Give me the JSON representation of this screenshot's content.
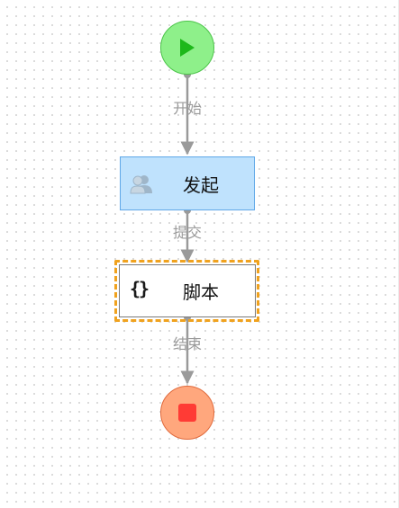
{
  "flow": {
    "nodes": {
      "start": {
        "icon": "play-icon",
        "fill": "#8ef08a"
      },
      "initiate": {
        "label": "发起",
        "icon": "users-icon",
        "fill": "#bfe2fd",
        "selected": false
      },
      "script": {
        "label": "脚本",
        "icon": "code-braces-icon",
        "fill": "#ffffff",
        "selected": true
      },
      "end": {
        "icon": "stop-icon",
        "fill": "#ffa77d"
      }
    },
    "edges": [
      {
        "from": "start",
        "to": "initiate",
        "label": "开始"
      },
      {
        "from": "initiate",
        "to": "script",
        "label": "提交"
      },
      {
        "from": "script",
        "to": "end",
        "label": "结束"
      }
    ]
  },
  "script_icon_glyph": "{}",
  "colors": {
    "edge": "#9a9a9a",
    "selection": "#f0a21e"
  }
}
